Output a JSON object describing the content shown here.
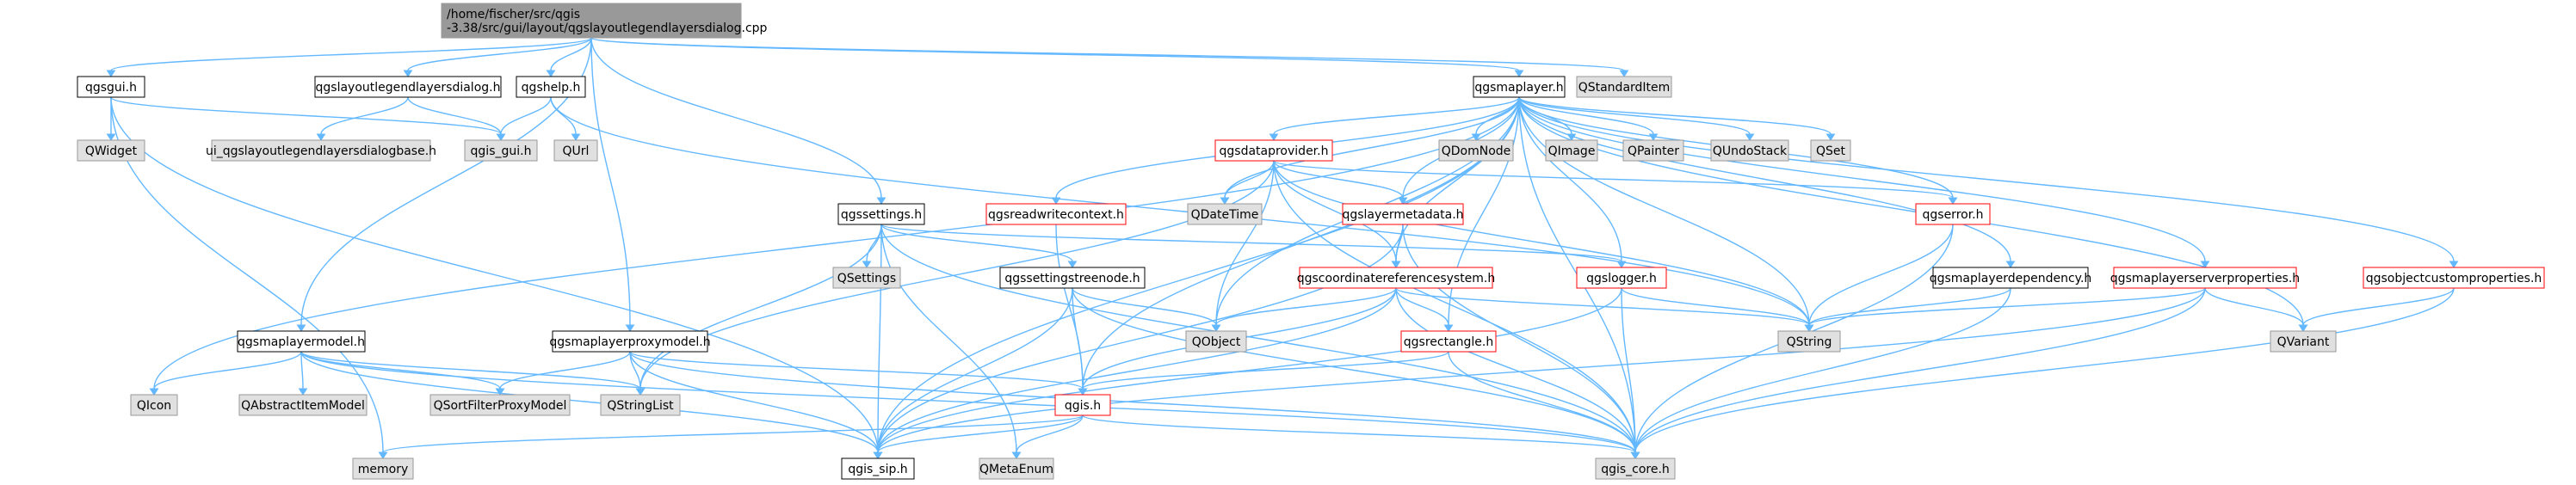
{
  "colors": {
    "edge": "#63b8ff",
    "root_fill": "#999999",
    "node_fill": "#ffffff",
    "node_border": "#000000",
    "missing_border": "#ff0000",
    "external_fill": "#e0e0e0",
    "external_border": "#999999"
  },
  "nodes": [
    {
      "id": "root",
      "lines": [
        "/home/fischer/src/qgis",
        "-3.38/src/gui/layout/qgslayoutlegendlayersdialog.cpp"
      ],
      "kind": "root"
    },
    {
      "id": "qgsgui_h",
      "lines": [
        "qgsgui.h"
      ],
      "kind": "normal"
    },
    {
      "id": "qgslayoutlegendlayersdialog_h",
      "lines": [
        "qgslayoutlegendlayersdialog.h"
      ],
      "kind": "normal"
    },
    {
      "id": "qgshelp_h",
      "lines": [
        "qgshelp.h"
      ],
      "kind": "normal"
    },
    {
      "id": "qgsmaplayer_h",
      "lines": [
        "qgsmaplayer.h"
      ],
      "kind": "normal"
    },
    {
      "id": "QStandardItem",
      "lines": [
        "QStandardItem"
      ],
      "kind": "external"
    },
    {
      "id": "QWidget",
      "lines": [
        "QWidget"
      ],
      "kind": "external"
    },
    {
      "id": "ui_dialogbase",
      "lines": [
        "ui_qgslayoutlegendlayersdialogbase.h"
      ],
      "kind": "external"
    },
    {
      "id": "qgis_gui_h",
      "lines": [
        "qgis_gui.h"
      ],
      "kind": "external"
    },
    {
      "id": "QUrl",
      "lines": [
        "QUrl"
      ],
      "kind": "external"
    },
    {
      "id": "QDomNode",
      "lines": [
        "QDomNode"
      ],
      "kind": "external"
    },
    {
      "id": "QImage",
      "lines": [
        "QImage"
      ],
      "kind": "external"
    },
    {
      "id": "QPainter",
      "lines": [
        "QPainter"
      ],
      "kind": "external"
    },
    {
      "id": "QUndoStack",
      "lines": [
        "QUndoStack"
      ],
      "kind": "external"
    },
    {
      "id": "QSet",
      "lines": [
        "QSet"
      ],
      "kind": "external"
    },
    {
      "id": "qgsdataprovider_h",
      "lines": [
        "qgsdataprovider.h"
      ],
      "kind": "missing"
    },
    {
      "id": "qgsreadwritecontext_h",
      "lines": [
        "qgsreadwritecontext.h"
      ],
      "kind": "missing"
    },
    {
      "id": "QDateTime",
      "lines": [
        "QDateTime"
      ],
      "kind": "external"
    },
    {
      "id": "qgslayermetadata_h",
      "lines": [
        "qgslayermetadata.h"
      ],
      "kind": "missing"
    },
    {
      "id": "qgserror_h",
      "lines": [
        "qgserror.h"
      ],
      "kind": "missing"
    },
    {
      "id": "qgssettings_h",
      "lines": [
        "qgssettings.h"
      ],
      "kind": "normal"
    },
    {
      "id": "QSettings",
      "lines": [
        "QSettings"
      ],
      "kind": "external"
    },
    {
      "id": "qgssettingstreenode_h",
      "lines": [
        "qgssettingstreenode.h"
      ],
      "kind": "normal"
    },
    {
      "id": "qgscoordinatereferencesystem_h",
      "lines": [
        "qgscoordinatereferencesystem.h"
      ],
      "kind": "missing"
    },
    {
      "id": "qgslogger_h",
      "lines": [
        "qgslogger.h"
      ],
      "kind": "missing"
    },
    {
      "id": "qgsmaplayerdependency_h",
      "lines": [
        "qgsmaplayerdependency.h"
      ],
      "kind": "normal"
    },
    {
      "id": "qgsmaplayerserverproperties_h",
      "lines": [
        "qgsmaplayerserverproperties.h"
      ],
      "kind": "missing"
    },
    {
      "id": "qgsobjectcustomproperties_h",
      "lines": [
        "qgsobjectcustomproperties.h"
      ],
      "kind": "missing"
    },
    {
      "id": "QObject",
      "lines": [
        "QObject"
      ],
      "kind": "external"
    },
    {
      "id": "qgsrectangle_h",
      "lines": [
        "qgsrectangle.h"
      ],
      "kind": "missing"
    },
    {
      "id": "QString",
      "lines": [
        "QString"
      ],
      "kind": "external"
    },
    {
      "id": "QVariant",
      "lines": [
        "QVariant"
      ],
      "kind": "external"
    },
    {
      "id": "qgsmaplayermodel_h",
      "lines": [
        "qgsmaplayermodel.h"
      ],
      "kind": "normal"
    },
    {
      "id": "qgsmaplayerproxymodel_h",
      "lines": [
        "qgsmaplayerproxymodel.h"
      ],
      "kind": "normal"
    },
    {
      "id": "qgis_h",
      "lines": [
        "qgis.h"
      ],
      "kind": "missing"
    },
    {
      "id": "QIcon",
      "lines": [
        "QIcon"
      ],
      "kind": "external"
    },
    {
      "id": "QAbstractItemModel",
      "lines": [
        "QAbstractItemModel"
      ],
      "kind": "external"
    },
    {
      "id": "QSortFilterProxyModel",
      "lines": [
        "QSortFilterProxyModel"
      ],
      "kind": "external"
    },
    {
      "id": "QStringList",
      "lines": [
        "QStringList"
      ],
      "kind": "external"
    },
    {
      "id": "memory",
      "lines": [
        "memory"
      ],
      "kind": "external"
    },
    {
      "id": "qgis_sip_h",
      "lines": [
        "qgis_sip.h"
      ],
      "kind": "normal"
    },
    {
      "id": "QMetaEnum",
      "lines": [
        "QMetaEnum"
      ],
      "kind": "external"
    },
    {
      "id": "qgis_core_h",
      "lines": [
        "qgis_core.h"
      ],
      "kind": "external"
    }
  ],
  "edges": [
    [
      "root",
      "qgsgui_h"
    ],
    [
      "root",
      "qgslayoutlegendlayersdialog_h"
    ],
    [
      "root",
      "qgshelp_h"
    ],
    [
      "root",
      "qgsmaplayer_h"
    ],
    [
      "root",
      "QStandardItem"
    ],
    [
      "root",
      "qgssettings_h"
    ],
    [
      "root",
      "qgsmaplayermodel_h"
    ],
    [
      "root",
      "qgsmaplayerproxymodel_h"
    ],
    [
      "qgsgui_h",
      "QWidget"
    ],
    [
      "qgsgui_h",
      "qgis_gui_h"
    ],
    [
      "qgsgui_h",
      "memory"
    ],
    [
      "qgsgui_h",
      "qgis_sip_h"
    ],
    [
      "qgslayoutlegendlayersdialog_h",
      "ui_dialogbase"
    ],
    [
      "qgslayoutlegendlayersdialog_h",
      "qgis_gui_h"
    ],
    [
      "qgshelp_h",
      "qgis_gui_h"
    ],
    [
      "qgshelp_h",
      "QUrl"
    ],
    [
      "qgshelp_h",
      "QString"
    ],
    [
      "qgsmaplayer_h",
      "QDomNode"
    ],
    [
      "qgsmaplayer_h",
      "QImage"
    ],
    [
      "qgsmaplayer_h",
      "QPainter"
    ],
    [
      "qgsmaplayer_h",
      "QUndoStack"
    ],
    [
      "qgsmaplayer_h",
      "QSet"
    ],
    [
      "qgsmaplayer_h",
      "qgsdataprovider_h"
    ],
    [
      "qgsmaplayer_h",
      "qgsreadwritecontext_h"
    ],
    [
      "qgsmaplayer_h",
      "QDateTime"
    ],
    [
      "qgsmaplayer_h",
      "qgslayermetadata_h"
    ],
    [
      "qgsmaplayer_h",
      "qgserror_h"
    ],
    [
      "qgsmaplayer_h",
      "qgslogger_h"
    ],
    [
      "qgsmaplayer_h",
      "qgsmaplayerdependency_h"
    ],
    [
      "qgsmaplayer_h",
      "qgsmaplayerserverproperties_h"
    ],
    [
      "qgsmaplayer_h",
      "qgsobjectcustomproperties_h"
    ],
    [
      "qgsmaplayer_h",
      "qgscoordinatereferencesystem_h"
    ],
    [
      "qgsmaplayer_h",
      "qgsrectangle_h"
    ],
    [
      "qgsmaplayer_h",
      "QObject"
    ],
    [
      "qgsmaplayer_h",
      "QString"
    ],
    [
      "qgsmaplayer_h",
      "QVariant"
    ],
    [
      "qgsmaplayer_h",
      "QIcon"
    ],
    [
      "qgsmaplayer_h",
      "qgis_sip_h"
    ],
    [
      "qgsmaplayer_h",
      "qgis_core_h"
    ],
    [
      "qgsmaplayer_h",
      "qgis_h"
    ],
    [
      "qgsdataprovider_h",
      "QDateTime"
    ],
    [
      "qgsdataprovider_h",
      "QObject"
    ],
    [
      "qgsdataprovider_h",
      "qgslayermetadata_h"
    ],
    [
      "qgsdataprovider_h",
      "qgserror_h"
    ],
    [
      "qgsdataprovider_h",
      "QString"
    ],
    [
      "qgsdataprovider_h",
      "qgis_core_h"
    ],
    [
      "qgsdataprovider_h",
      "QStringList"
    ],
    [
      "qgsdataprovider_h",
      "qgscoordinatereferencesystem_h"
    ],
    [
      "qgsreadwritecontext_h",
      "qgis_h"
    ],
    [
      "qgslayermetadata_h",
      "qgscoordinatereferencesystem_h"
    ],
    [
      "qgslayermetadata_h",
      "qgis_sip_h"
    ],
    [
      "qgslayermetadata_h",
      "qgis_core_h"
    ],
    [
      "qgserror_h",
      "QString"
    ],
    [
      "qgserror_h",
      "qgis_core_h"
    ],
    [
      "qgssettings_h",
      "QSettings"
    ],
    [
      "qgssettings_h",
      "qgssettingstreenode_h"
    ],
    [
      "qgssettings_h",
      "qgslogger_h"
    ],
    [
      "qgssettings_h",
      "QMetaEnum"
    ],
    [
      "qgssettings_h",
      "qgis_sip_h"
    ],
    [
      "qgssettings_h",
      "qgis_core_h"
    ],
    [
      "qgssettings_h",
      "QStringList"
    ],
    [
      "qgssettingstreenode_h",
      "QObject"
    ],
    [
      "qgssettingstreenode_h",
      "qgis_h"
    ],
    [
      "qgssettingstreenode_h",
      "qgis_sip_h"
    ],
    [
      "qgssettingstreenode_h",
      "qgis_core_h"
    ],
    [
      "qgscoordinatereferencesystem_h",
      "QObject"
    ],
    [
      "qgscoordinatereferencesystem_h",
      "qgsrectangle_h"
    ],
    [
      "qgscoordinatereferencesystem_h",
      "qgis_h"
    ],
    [
      "qgscoordinatereferencesystem_h",
      "QString"
    ],
    [
      "qgscoordinatereferencesystem_h",
      "qgis_core_h"
    ],
    [
      "qgscoordinatereferencesystem_h",
      "qgis_sip_h"
    ],
    [
      "qgslogger_h",
      "QString"
    ],
    [
      "qgslogger_h",
      "qgis_core_h"
    ],
    [
      "qgslogger_h",
      "qgis_sip_h"
    ],
    [
      "qgsmaplayerdependency_h",
      "QString"
    ],
    [
      "qgsmaplayerdependency_h",
      "qgis_core_h"
    ],
    [
      "qgsmaplayerserverproperties_h",
      "QString"
    ],
    [
      "qgsmaplayerserverproperties_h",
      "QVariant"
    ],
    [
      "qgsmaplayerserverproperties_h",
      "qgis_core_h"
    ],
    [
      "qgsmaplayerserverproperties_h",
      "qgis_sip_h"
    ],
    [
      "qgsobjectcustomproperties_h",
      "QVariant"
    ],
    [
      "qgsobjectcustomproperties_h",
      "qgis_core_h"
    ],
    [
      "qgsrectangle_h",
      "qgis_h"
    ],
    [
      "qgsrectangle_h",
      "qgis_core_h"
    ],
    [
      "qgsmaplayermodel_h",
      "QIcon"
    ],
    [
      "qgsmaplayermodel_h",
      "QAbstractItemModel"
    ],
    [
      "qgsmaplayermodel_h",
      "QSortFilterProxyModel"
    ],
    [
      "qgsmaplayermodel_h",
      "QStringList"
    ],
    [
      "qgsmaplayermodel_h",
      "qgis_sip_h"
    ],
    [
      "qgsmaplayermodel_h",
      "qgis_core_h"
    ],
    [
      "qgsmaplayerproxymodel_h",
      "QSortFilterProxyModel"
    ],
    [
      "qgsmaplayerproxymodel_h",
      "QStringList"
    ],
    [
      "qgsmaplayerproxymodel_h",
      "qgis_h"
    ],
    [
      "qgsmaplayerproxymodel_h",
      "qgis_sip_h"
    ],
    [
      "qgsmaplayerproxymodel_h",
      "qgis_core_h"
    ],
    [
      "qgis_h",
      "memory"
    ],
    [
      "qgis_h",
      "QMetaEnum"
    ],
    [
      "qgis_h",
      "qgis_sip_h"
    ],
    [
      "qgis_h",
      "qgis_core_h"
    ]
  ]
}
